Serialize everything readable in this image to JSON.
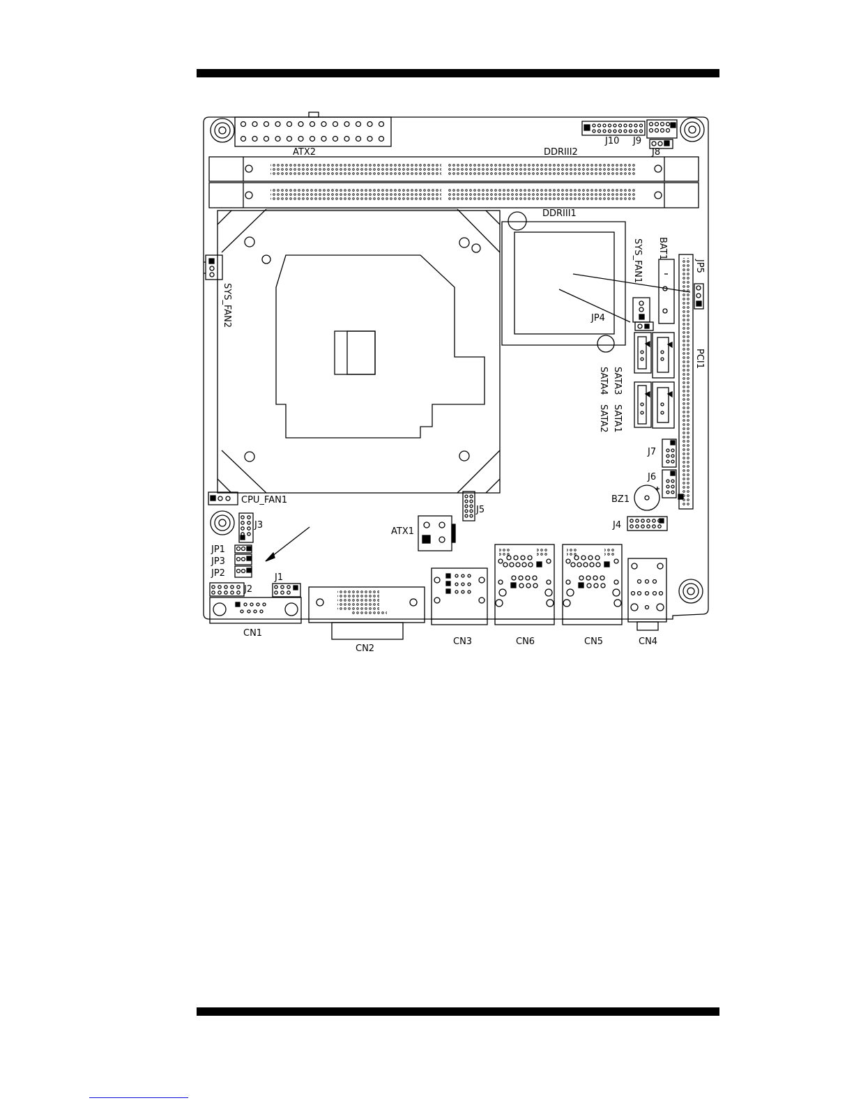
{
  "board": {
    "labels": {
      "atx2": "ATX2",
      "ddr2": "DDRIII2",
      "ddr1": "DDRIII1",
      "j10": "J10",
      "j9": "J9",
      "j8": "J8",
      "sys_fan2": "SYS_FAN2",
      "sys_fan1": "SYS_FAN1",
      "bat1": "BAT1",
      "jp5": "JP5",
      "jp4": "JP4",
      "pci1": "PCI1",
      "sata3": "SATA3",
      "sata4": "SATA4",
      "sata1": "SATA1",
      "sata2": "SATA2",
      "j7": "J7",
      "j6": "J6",
      "bz1": "BZ1",
      "j4": "J4",
      "cpu_fan1": "CPU_FAN1",
      "j3": "J3",
      "j5": "J5",
      "atx1": "ATX1",
      "jp1": "JP1",
      "jp3": "JP3",
      "jp2": "JP2",
      "j1": "J1",
      "j2": "J2",
      "cn1": "CN1",
      "cn2": "CN2",
      "cn3": "CN3",
      "cn6": "CN6",
      "cn5": "CN5",
      "cn4": "CN4"
    }
  }
}
